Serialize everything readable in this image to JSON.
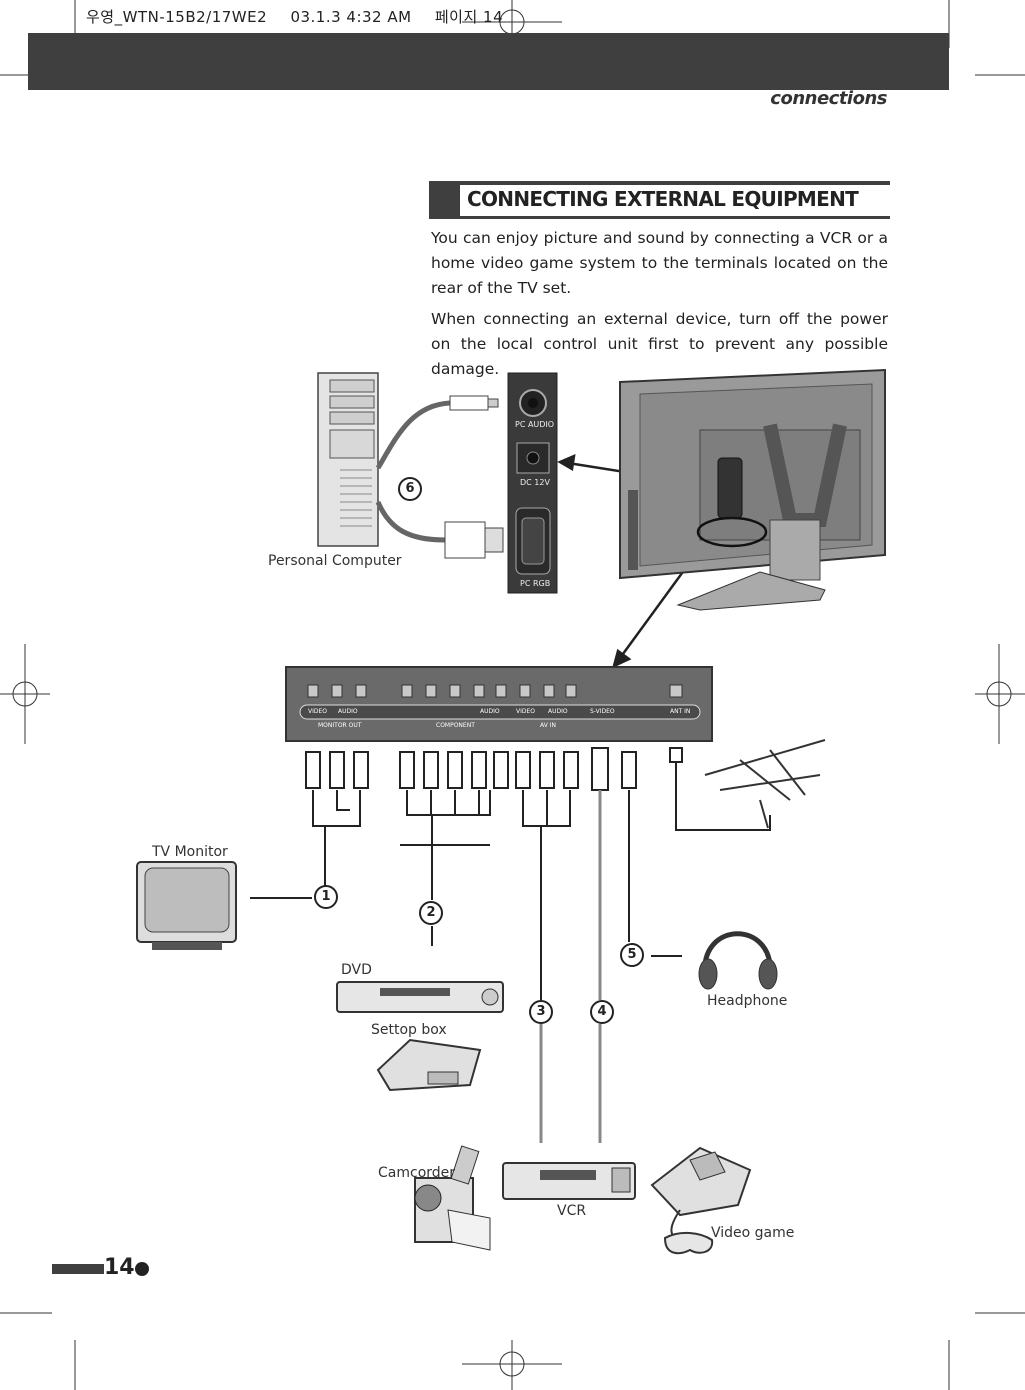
{
  "print_header": {
    "file": "우영_WTN-15B2/17WE2",
    "datetime": "03.1.3 4:32 AM",
    "page_label": "페이지 14"
  },
  "section_tag": "connections",
  "title": "CONNECTING EXTERNAL EQUIPMENT",
  "paragraphs": [
    "You can enjoy picture and sound by connecting a VCR or a home video game system to the terminals located on the rear of the TV set.",
    "When connecting an external device, turn off the power on the local control unit first to prevent any possible damage."
  ],
  "panel_labels": {
    "pc_audio": "PC AUDIO",
    "dc": "DC 12V",
    "pc_rgb": "PC RGB"
  },
  "rear_labels": {
    "monitor_out": "MONITOR OUT",
    "component": "COMPONENT",
    "av_in": "AV IN",
    "ant_in": "ANT IN",
    "video": "VIDEO",
    "audio": "AUDIO",
    "s_video": "S-VIDEO"
  },
  "device_labels": {
    "pc": "Personal Computer",
    "tv_monitor": "TV Monitor",
    "dvd": "DVD",
    "settop": "Settop box",
    "headphone": "Headphone",
    "camcorder": "Camcorder",
    "vcr": "VCR",
    "video_game": "Video game"
  },
  "markers": [
    "1",
    "2",
    "3",
    "4",
    "5",
    "6"
  ],
  "page_number": "14"
}
